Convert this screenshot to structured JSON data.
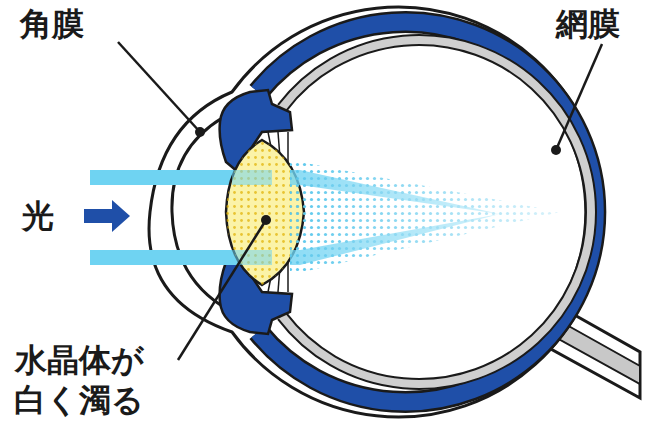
{
  "diagram": {
    "labels": [
      "角膜",
      "網膜",
      "光",
      "水晶体が 白く濁る"
    ]
  }
}
